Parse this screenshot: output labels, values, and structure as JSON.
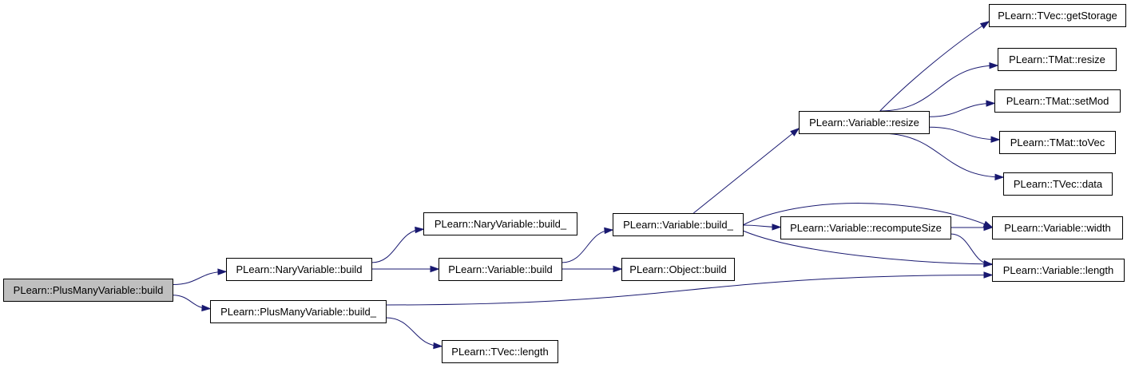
{
  "colors": {
    "edge": "#191970",
    "root_fill": "#bfbfbf",
    "node_fill": "#ffffff",
    "border": "#000000"
  },
  "nodes": [
    {
      "id": "root",
      "label": "PLearn::PlusManyVariable::build",
      "root": true
    },
    {
      "id": "nary_build",
      "label": "PLearn::NaryVariable::build"
    },
    {
      "id": "plus_build_",
      "label": "PLearn::PlusManyVariable::build_"
    },
    {
      "id": "nary_build_",
      "label": "PLearn::NaryVariable::build_"
    },
    {
      "id": "var_build",
      "label": "PLearn::Variable::build"
    },
    {
      "id": "tvec_length",
      "label": "PLearn::TVec::length"
    },
    {
      "id": "var_build_",
      "label": "PLearn::Variable::build_"
    },
    {
      "id": "obj_build",
      "label": "PLearn::Object::build"
    },
    {
      "id": "var_resize",
      "label": "PLearn::Variable::resize"
    },
    {
      "id": "var_recompute",
      "label": "PLearn::Variable::recomputeSize"
    },
    {
      "id": "tvec_getstorage",
      "label": "PLearn::TVec::getStorage"
    },
    {
      "id": "tmat_resize",
      "label": "PLearn::TMat::resize"
    },
    {
      "id": "tmat_setmod",
      "label": "PLearn::TMat::setMod"
    },
    {
      "id": "tmat_tovec",
      "label": "PLearn::TMat::toVec"
    },
    {
      "id": "tvec_data",
      "label": "PLearn::TVec::data"
    },
    {
      "id": "var_width",
      "label": "PLearn::Variable::width"
    },
    {
      "id": "var_length",
      "label": "PLearn::Variable::length"
    }
  ],
  "edges": [
    {
      "from": "root",
      "to": "nary_build"
    },
    {
      "from": "root",
      "to": "plus_build_"
    },
    {
      "from": "nary_build",
      "to": "nary_build_"
    },
    {
      "from": "nary_build",
      "to": "var_build"
    },
    {
      "from": "plus_build_",
      "to": "tvec_length"
    },
    {
      "from": "plus_build_",
      "to": "var_length"
    },
    {
      "from": "var_build",
      "to": "var_build_"
    },
    {
      "from": "var_build",
      "to": "obj_build"
    },
    {
      "from": "var_build_",
      "to": "var_resize"
    },
    {
      "from": "var_build_",
      "to": "var_recompute"
    },
    {
      "from": "var_build_",
      "to": "var_width"
    },
    {
      "from": "var_build_",
      "to": "var_length"
    },
    {
      "from": "var_resize",
      "to": "tvec_getstorage"
    },
    {
      "from": "var_resize",
      "to": "tmat_resize"
    },
    {
      "from": "var_resize",
      "to": "tmat_setmod"
    },
    {
      "from": "var_resize",
      "to": "tmat_tovec"
    },
    {
      "from": "var_resize",
      "to": "tvec_data"
    },
    {
      "from": "var_recompute",
      "to": "var_width"
    },
    {
      "from": "var_recompute",
      "to": "var_length"
    }
  ]
}
